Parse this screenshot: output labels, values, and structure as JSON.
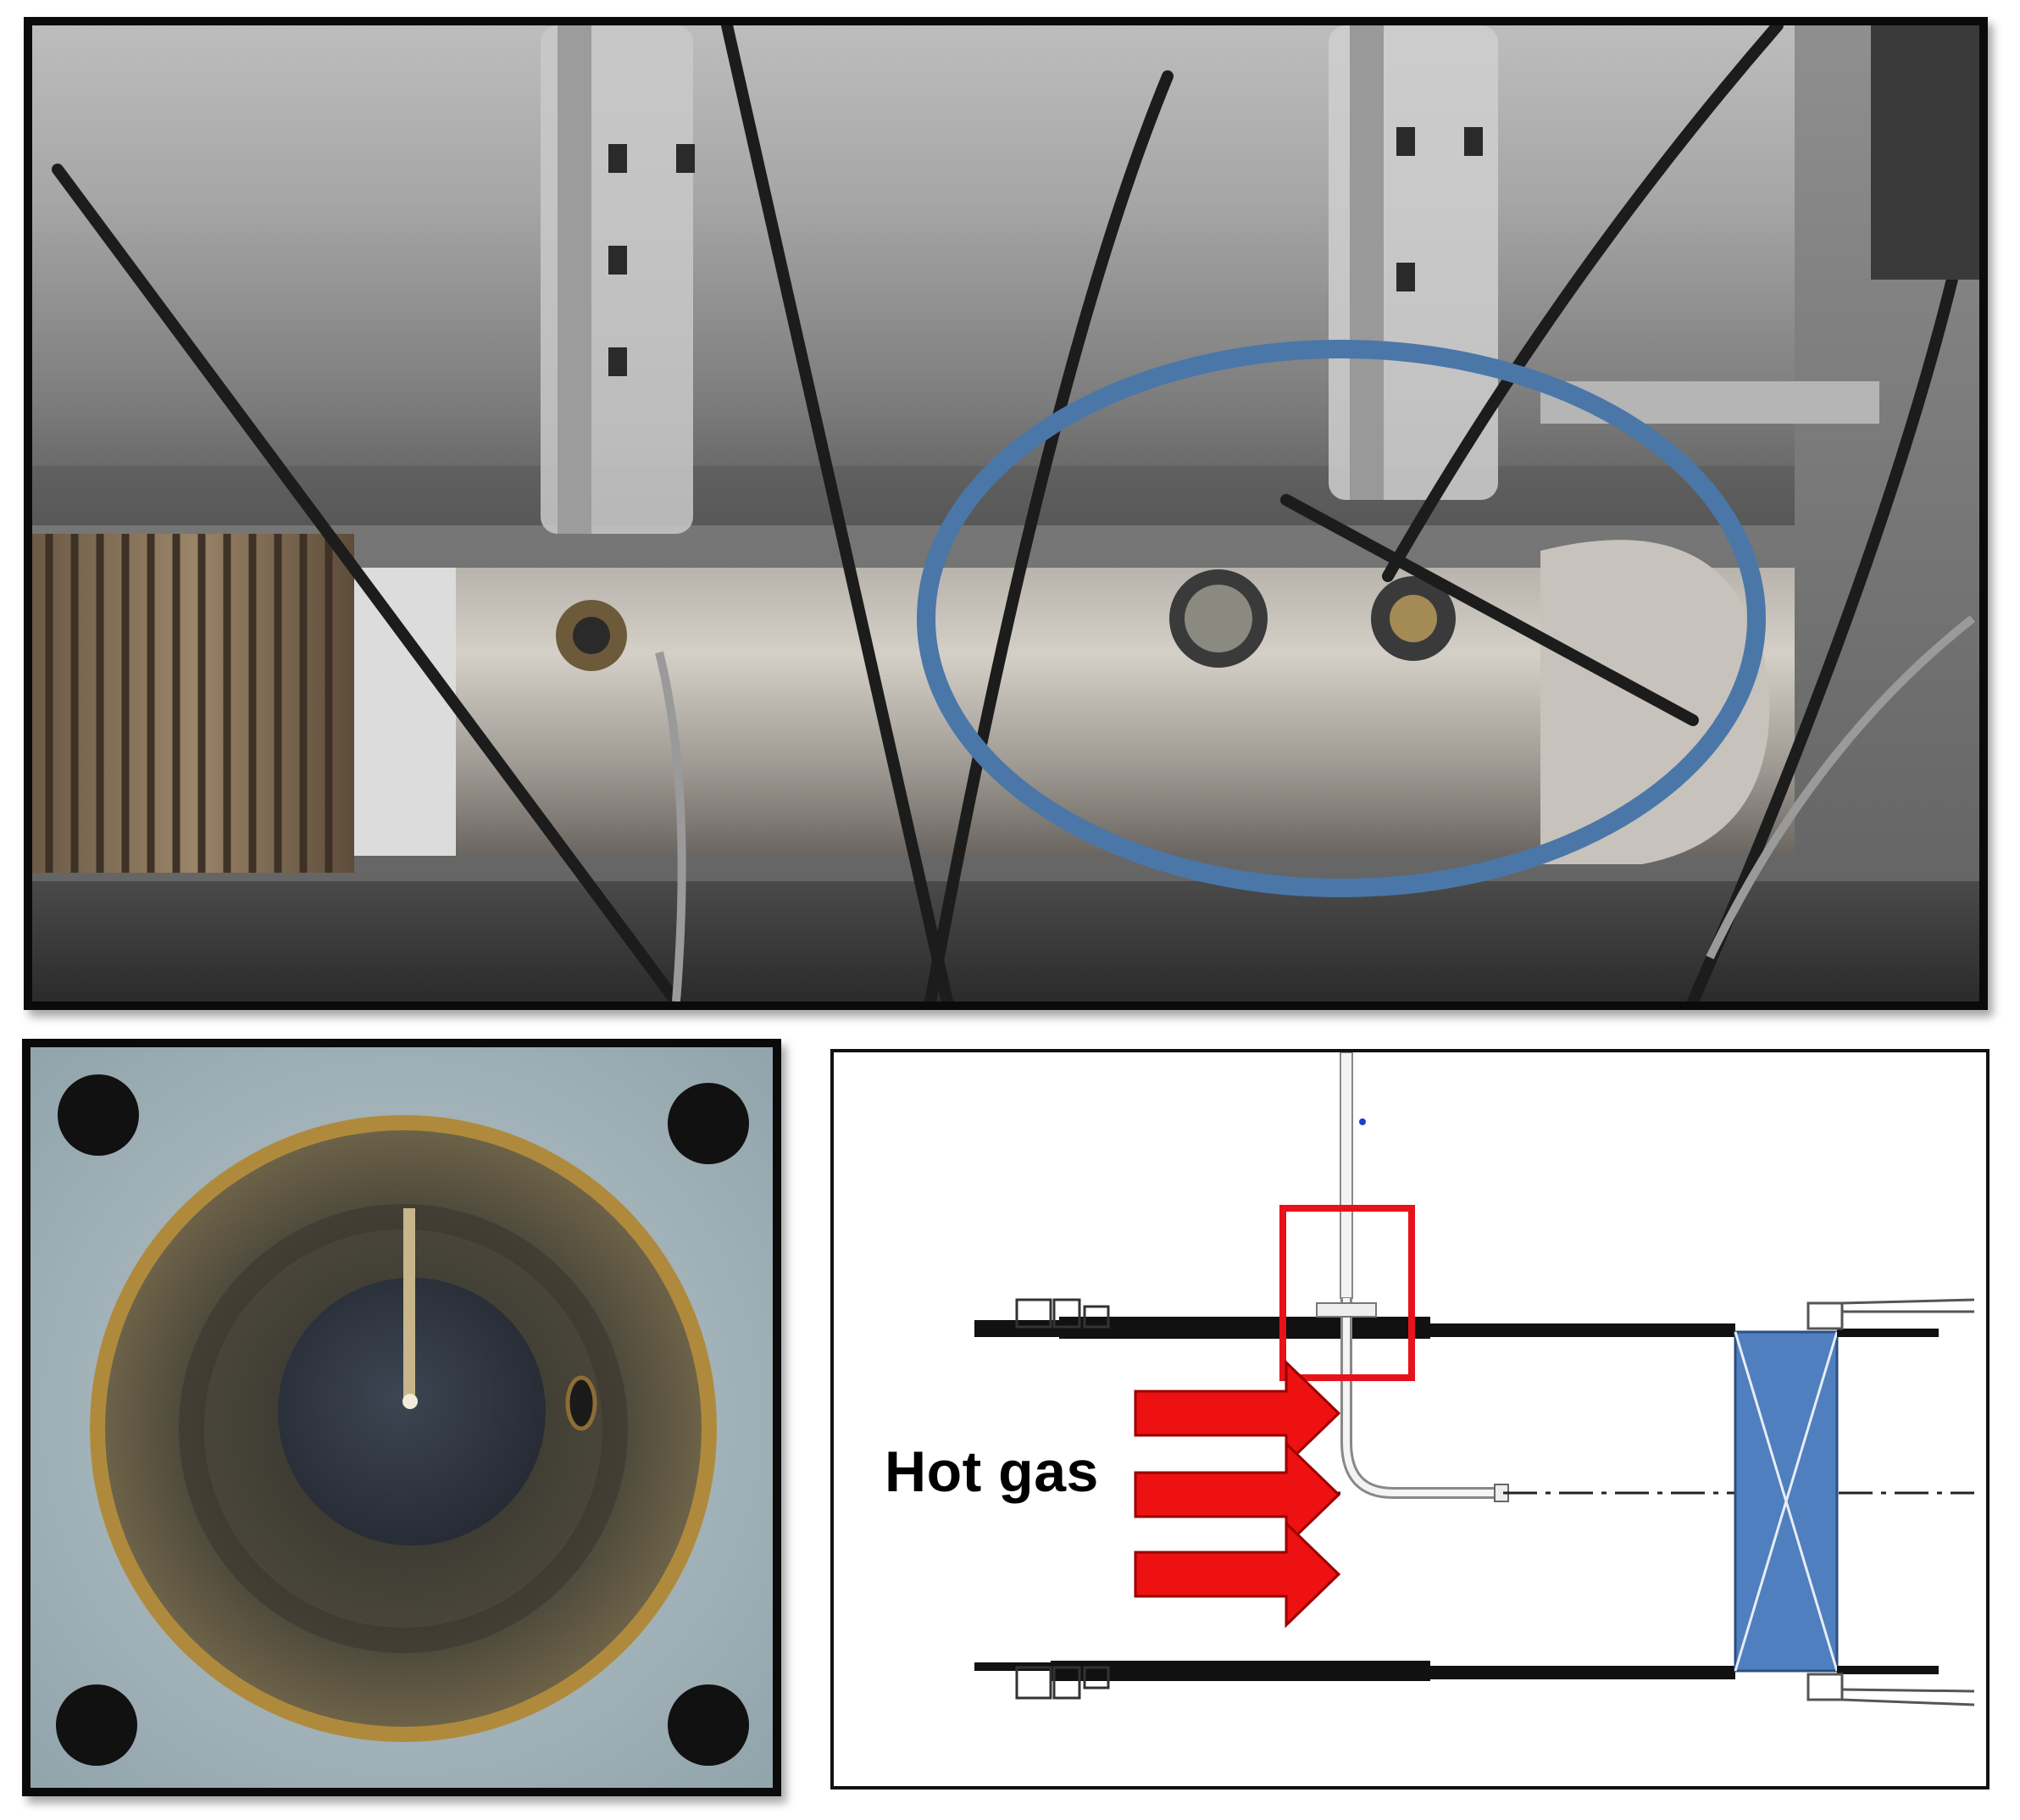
{
  "diagram": {
    "label": "Hot gas",
    "colors": {
      "highlight_ellipse": "#4a77a8",
      "arrow": "#ee1111",
      "detail_box": "#e8121a",
      "filter_block": "#4f7fbf",
      "pipe_wall": "#111111"
    },
    "panels": [
      "photo-test-rig",
      "photo-pipe-interior",
      "schematic-cross-section"
    ]
  }
}
